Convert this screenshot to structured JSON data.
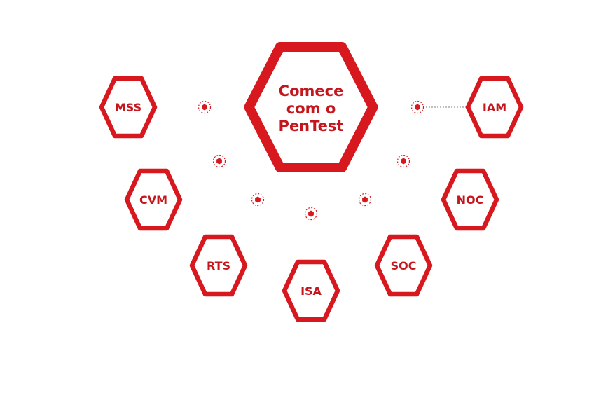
{
  "colors": {
    "accent": "#d7191f",
    "text": "#c4161c",
    "connector": "#9a9a9a"
  },
  "center": {
    "line1": "Comece",
    "line2": "com o",
    "line3": "PenTest"
  },
  "services": [
    {
      "key": "mss",
      "label": "MSS"
    },
    {
      "key": "iam",
      "label": "IAM"
    },
    {
      "key": "cvm",
      "label": "CVM"
    },
    {
      "key": "noc",
      "label": "NOC"
    },
    {
      "key": "rts",
      "label": "RTS"
    },
    {
      "key": "soc",
      "label": "SOC"
    },
    {
      "key": "isa",
      "label": "ISA"
    }
  ],
  "connector_dot_icon": "dashed-ring-hexagon-dot"
}
